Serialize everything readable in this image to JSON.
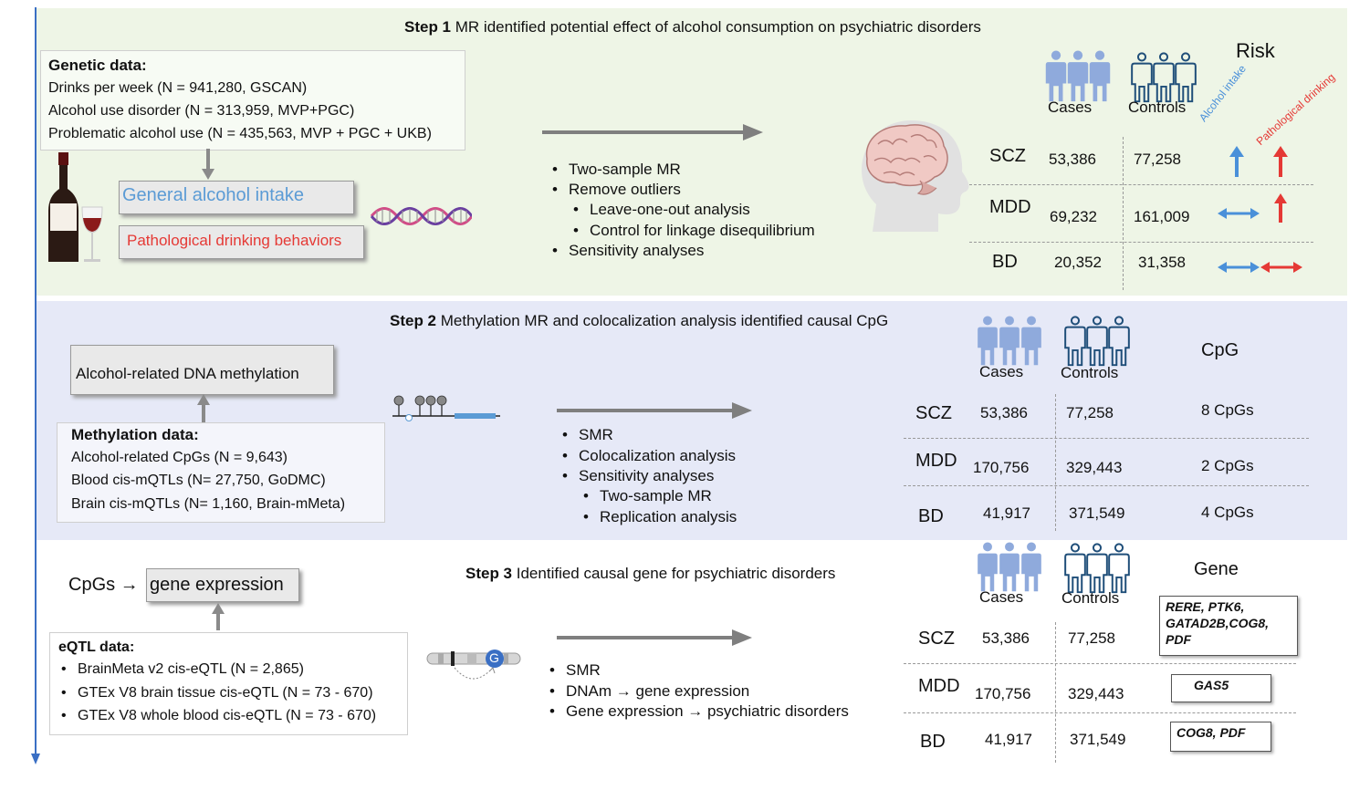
{
  "colors": {
    "step1_bg": "#eef5e6",
    "step2_bg": "#e6e9f7",
    "blue_arrow": "#4a90d9",
    "red_arrow": "#e53935",
    "case_person": "#8faadc",
    "control_person": "#1f4e79"
  },
  "step1": {
    "title_bold": "Step 1",
    "title_rest": " MR identified potential effect of alcohol consumption on psychiatric disorders",
    "genetic_heading": "Genetic data:",
    "genetic_lines": [
      "Drinks per week (N = 941,280, GSCAN)",
      "Alcohol use disorder (N = 313,959, MVP+PGC)",
      "Problematic alcohol use (N = 435,563, MVP + PGC + UKB)"
    ],
    "general_label": "General alcohol intake",
    "pathological_label": "Pathological drinking behaviors",
    "methods": [
      "Two-sample MR",
      "Remove outliers",
      "Leave-one-out analysis",
      "Control for linkage disequilibrium",
      "Sensitivity analyses"
    ],
    "cases_label": "Cases",
    "controls_label": "Controls",
    "risk_label": "Risk",
    "alcohol_intake_label": "Alcohol intake",
    "pathological_drinking_label": "Pathological drinking",
    "rows": [
      {
        "disorder": "SCZ",
        "cases": "53,386",
        "controls": "77,258"
      },
      {
        "disorder": "MDD",
        "cases": "69,232",
        "controls": "161,009"
      },
      {
        "disorder": "BD",
        "cases": "20,352",
        "controls": "31,358"
      }
    ]
  },
  "step2": {
    "title_bold": "Step 2",
    "title_rest": " Methylation MR and colocalization analysis identified causal CpG",
    "dna_meth_label": "Alcohol-related DNA methylation",
    "meth_heading": "Methylation data:",
    "meth_lines": [
      "Alcohol-related CpGs (N = 9,643)",
      "Blood cis-mQTLs (N= 27,750, GoDMC)",
      "Brain cis-mQTLs (N= 1,160, Brain-mMeta)"
    ],
    "methods": [
      "SMR",
      "Colocalization analysis",
      "Sensitivity analyses",
      "Two-sample MR",
      "Replication analysis"
    ],
    "cases_label": "Cases",
    "controls_label": "Controls",
    "cpg_label": "CpG",
    "rows": [
      {
        "disorder": "SCZ",
        "cases": "53,386",
        "controls": "77,258",
        "result": "8 CpGs"
      },
      {
        "disorder": "MDD",
        "cases": "170,756",
        "controls": "329,443",
        "result": "2 CpGs"
      },
      {
        "disorder": "BD",
        "cases": "41,917",
        "controls": "371,549",
        "result": "4 CpGs"
      }
    ]
  },
  "step3": {
    "title_bold": "Step 3",
    "title_rest": " Identified causal gene for psychiatric disorders",
    "cpgs_label": "CpGs →",
    "gene_expr_label": "gene expression",
    "eqtl_heading": "eQTL data:",
    "eqtl_lines": [
      "BrainMeta v2 cis-eQTL (N = 2,865)",
      "GTEx V8 brain tissue cis-eQTL (N = 73 - 670)",
      "GTEx V8 whole blood cis-eQTL (N = 73 - 670)"
    ],
    "methods": [
      "SMR",
      "DNAm → gene expression",
      "Gene expression → psychiatric disorders"
    ],
    "gene_letter": "G",
    "cases_label": "Cases",
    "controls_label": "Controls",
    "gene_label": "Gene",
    "rows": [
      {
        "disorder": "SCZ",
        "cases": "53,386",
        "controls": "77,258",
        "genes": [
          "RERE, PTK6,",
          "GATAD2B,COG8,",
          "PDF"
        ]
      },
      {
        "disorder": "MDD",
        "cases": "170,756",
        "controls": "329,443",
        "genes": [
          "GAS5"
        ]
      },
      {
        "disorder": "BD",
        "cases": "41,917",
        "controls": "371,549",
        "genes": [
          "COG8, PDF"
        ]
      }
    ]
  }
}
